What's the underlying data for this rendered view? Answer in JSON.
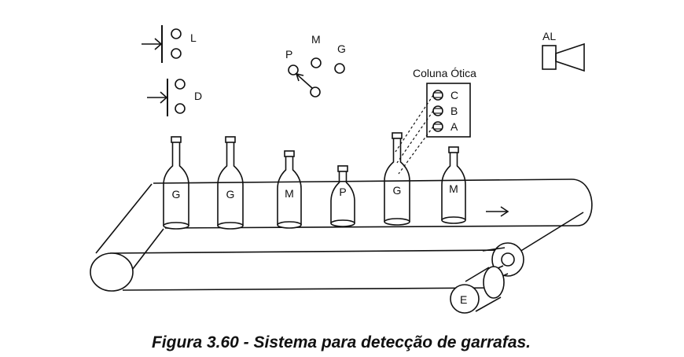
{
  "panel_labels": {
    "switch_l": "L",
    "switch_d": "D",
    "lamp_p": "P",
    "lamp_m": "M",
    "lamp_g": "G",
    "alarm": "AL"
  },
  "optical_column": {
    "title": "Coluna Ótica",
    "sensors": [
      "C",
      "B",
      "A"
    ]
  },
  "bottles": [
    "G",
    "G",
    "M",
    "P",
    "G",
    "M"
  ],
  "motor_label": "E",
  "caption": "Figura 3.60 - Sistema para detecção de garrafas."
}
